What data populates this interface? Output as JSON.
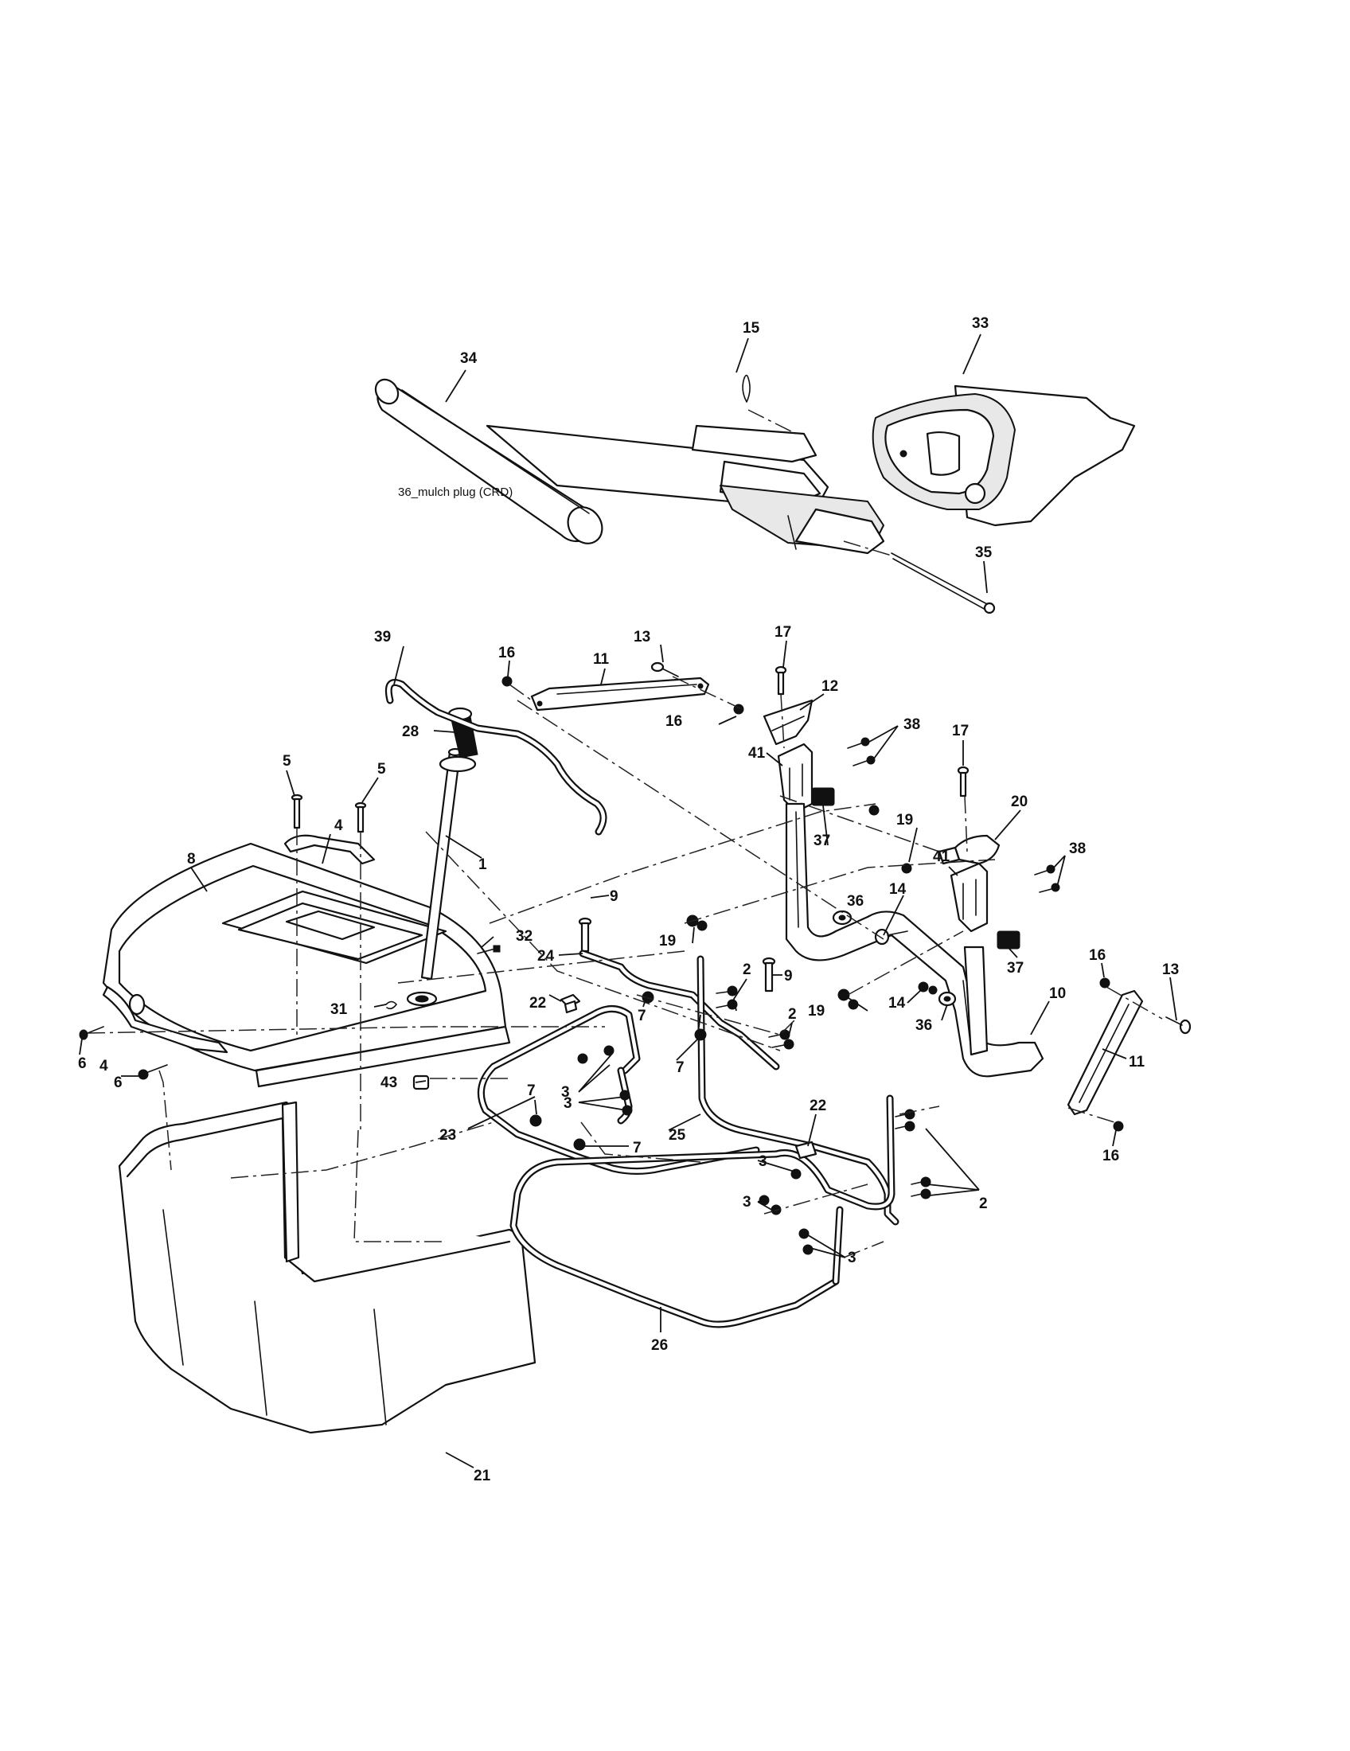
{
  "callouts": {
    "c1": "1",
    "c2a": "2",
    "c2b": "2",
    "c2c": "2",
    "c3a": "3",
    "c3b": "3",
    "c3c": "3",
    "c3d": "3",
    "c3e": "3",
    "c4a": "4",
    "c4b": "4",
    "c5a": "5",
    "c5b": "5",
    "c6a": "6",
    "c6b": "6",
    "c7a": "7",
    "c7b": "7",
    "c7c": "7",
    "c7d": "7",
    "c8": "8",
    "c9a": "9",
    "c9b": "9",
    "c10": "10",
    "c11a": "11",
    "c11b": "11",
    "c12": "12",
    "c13a": "13",
    "c13b": "13",
    "c14a": "14",
    "c14b": "14",
    "c15": "15",
    "c16a": "16",
    "c16b": "16",
    "c16c": "16",
    "c16d": "16",
    "c17a": "17",
    "c17b": "17",
    "c19a": "19",
    "c19b": "19",
    "c19c": "19",
    "c20": "20",
    "c21": "21",
    "c22a": "22",
    "c22b": "22",
    "c23": "23",
    "c24": "24",
    "c25": "25",
    "c26": "26",
    "c28": "28",
    "c31": "31",
    "c32": "32",
    "c33": "33",
    "c34": "34",
    "c35": "35",
    "c36a": "36",
    "c36b": "36",
    "c37a": "37",
    "c37b": "37",
    "c38a": "38",
    "c38b": "38",
    "c39": "39",
    "c41a": "41",
    "c41b": "41",
    "c43": "43"
  },
  "notes": {
    "mulch_plug": "36_mulch plug (CRD)"
  }
}
